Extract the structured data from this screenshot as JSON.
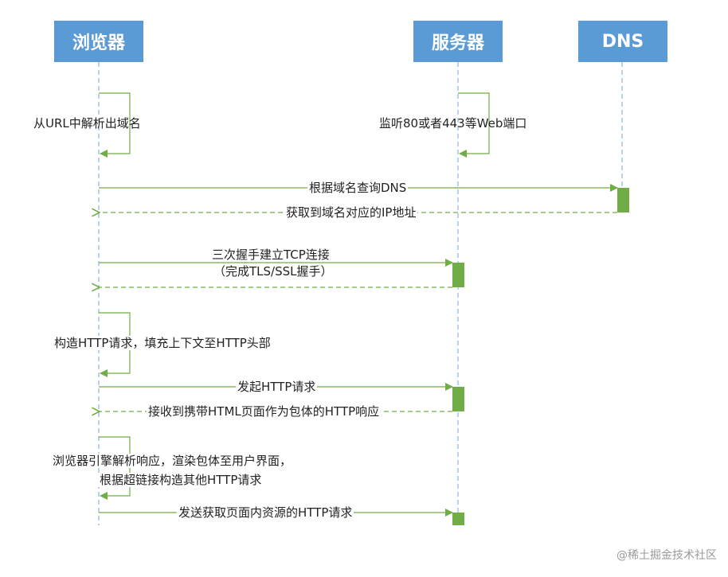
{
  "actors": {
    "browser": "浏览器",
    "server": "服务器",
    "dns": "DNS"
  },
  "messages": {
    "parse_url": "从URL中解析出域名",
    "listen_port": "监听80或者443等Web端口",
    "query_dns": "根据域名查询DNS",
    "get_ip": "获取到域名对应的IP地址",
    "tcp_handshake": "三次握手建立TCP连接",
    "tls_handshake": "（完成TLS/SSL握手）",
    "build_request_line1": "构造HTTP请求，填充上下文至HTTP头部",
    "send_request": "发起HTTP请求",
    "receive_response": "接收到携带HTML页面作为包体的HTTP响应",
    "render_line1": "浏览器引擎解析响应，渲染包体至用户界面，",
    "render_line2": "根据超链接构造其他HTTP请求",
    "fetch_resources": "发送获取页面内资源的HTTP请求"
  },
  "watermark": "@稀土掘金技术社区",
  "colors": {
    "actor_fill": "#5b9bd5",
    "lifeline": "#8db4e2",
    "arrow": "#70ad47",
    "activation": "#70ad47"
  }
}
